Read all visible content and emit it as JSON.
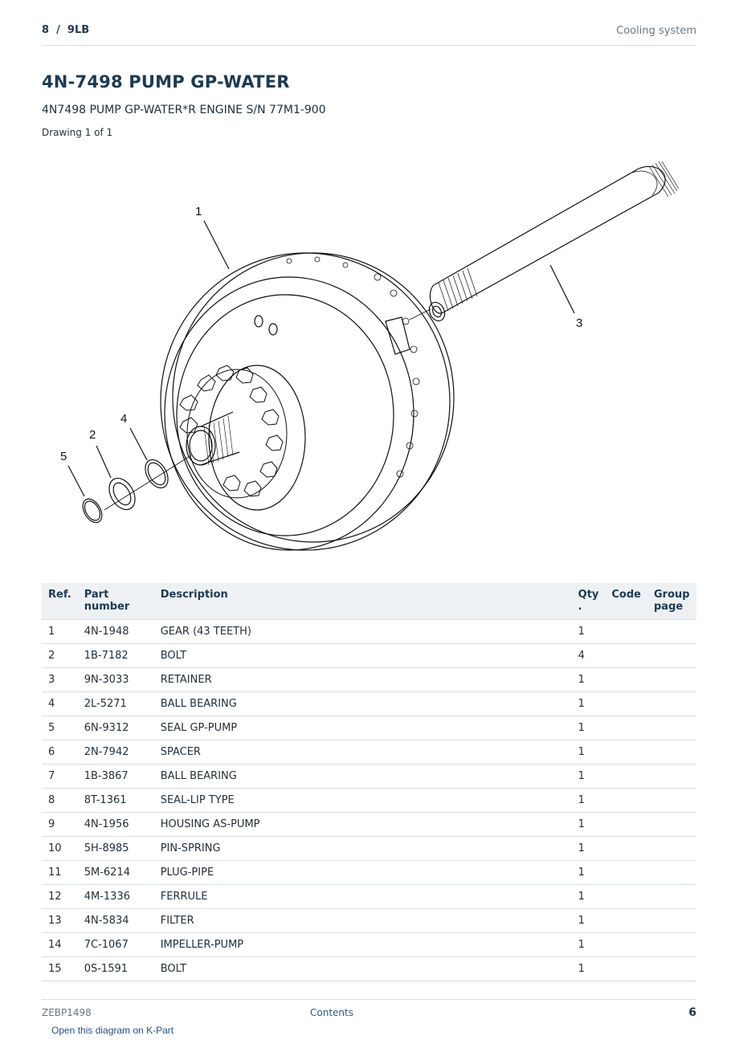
{
  "header": {
    "breadcrumb": "8  /  9LB",
    "section": "Cooling system"
  },
  "title": "4N-7498 PUMP GP-WATER",
  "subtitle": "4N7498 PUMP GP-WATER*R ENGINE S/N 77M1-900",
  "drawing_label": "Drawing 1 of 1",
  "diagram": {
    "callouts": [
      "1",
      "2",
      "3",
      "4",
      "5"
    ]
  },
  "table": {
    "headers": {
      "ref": "Ref.",
      "part": "Part number",
      "desc": "Description",
      "qty": "Qty\n.",
      "code": "Code",
      "group": "Group\npage"
    },
    "rows": [
      {
        "ref": "1",
        "part": "4N-1948",
        "desc": "GEAR (43 TEETH)",
        "qty": "1",
        "code": "",
        "group": ""
      },
      {
        "ref": "2",
        "part": "1B-7182",
        "desc": "BOLT",
        "qty": "4",
        "code": "",
        "group": ""
      },
      {
        "ref": "3",
        "part": "9N-3033",
        "desc": "RETAINER",
        "qty": "1",
        "code": "",
        "group": ""
      },
      {
        "ref": "4",
        "part": "2L-5271",
        "desc": "BALL BEARING",
        "qty": "1",
        "code": "",
        "group": ""
      },
      {
        "ref": "5",
        "part": "6N-9312",
        "desc": "SEAL GP-PUMP",
        "qty": "1",
        "code": "",
        "group": ""
      },
      {
        "ref": "6",
        "part": "2N-7942",
        "desc": "SPACER",
        "qty": "1",
        "code": "",
        "group": ""
      },
      {
        "ref": "7",
        "part": "1B-3867",
        "desc": "BALL BEARING",
        "qty": "1",
        "code": "",
        "group": ""
      },
      {
        "ref": "8",
        "part": "8T-1361",
        "desc": "SEAL-LIP TYPE",
        "qty": "1",
        "code": "",
        "group": ""
      },
      {
        "ref": "9",
        "part": "4N-1956",
        "desc": "HOUSING AS-PUMP",
        "qty": "1",
        "code": "",
        "group": ""
      },
      {
        "ref": "10",
        "part": "5H-8985",
        "desc": "PIN-SPRING",
        "qty": "1",
        "code": "",
        "group": ""
      },
      {
        "ref": "11",
        "part": "5M-6214",
        "desc": "PLUG-PIPE",
        "qty": "1",
        "code": "",
        "group": ""
      },
      {
        "ref": "12",
        "part": "4M-1336",
        "desc": "FERRULE",
        "qty": "1",
        "code": "",
        "group": ""
      },
      {
        "ref": "13",
        "part": "4N-5834",
        "desc": "FILTER",
        "qty": "1",
        "code": "",
        "group": ""
      },
      {
        "ref": "14",
        "part": "7C-1067",
        "desc": "IMPELLER-PUMP",
        "qty": "1",
        "code": "",
        "group": ""
      },
      {
        "ref": "15",
        "part": "0S-1591",
        "desc": "BOLT",
        "qty": "1",
        "code": "",
        "group": ""
      }
    ]
  },
  "footer": {
    "doc_id": "ZEBP1498",
    "contents_link": "Contents",
    "page_number": "6",
    "kpart_link": "Open this diagram on K-Part"
  }
}
